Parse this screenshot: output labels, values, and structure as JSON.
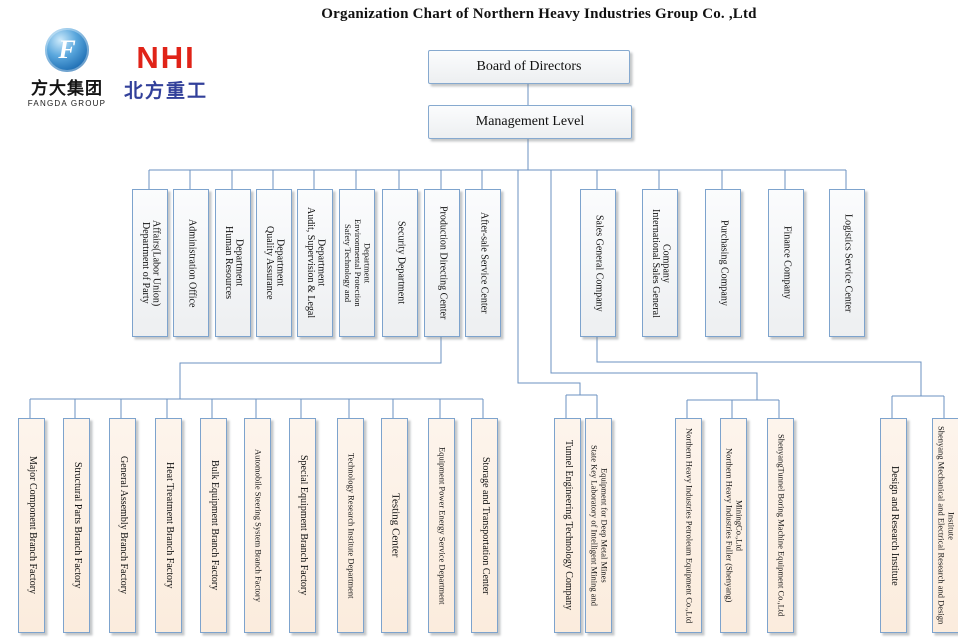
{
  "title": "Organization Chart of Northern Heavy Industries  Group Co. ,Ltd",
  "logos": {
    "fangda": {
      "initial": "F",
      "chinese": "方大集团",
      "english": "FANGDA GROUP"
    },
    "nhi": {
      "acronym": "NHI",
      "chinese": "北方重工"
    }
  },
  "nodes": {
    "board": "Board of Directors",
    "management": "Management Level"
  },
  "departments": [
    "Department of Party Affairs(Labor Union)",
    "Administration Office",
    "Human Resources Department",
    "Quality Assurance Department",
    "Audit, Supervision & Legal Department",
    "Safety Technology and Environmental Protection Department",
    "Security Department",
    "Production Directing Center",
    "After-sale Service Center",
    "Sales General Company",
    "International Sales General Company",
    "Purchasing Company",
    "Finance Company",
    "Logistics Service Center"
  ],
  "subsidiaries": {
    "production_group": [
      "Major Component Branch Factory",
      "Structural Parts Branch Factory",
      "General Assembly Branch Factory",
      "Heat Treatment Branch Factory",
      "Bulk Equipment Branch Factory",
      "Automobile Steering System Branch Factory",
      "Special Equipment Branch Factory",
      "Technology Research Institute Department",
      "Testing Center",
      "Equipment Power Energy Service Department",
      "Storage and Transportation Center"
    ],
    "management_group_a": [
      "Tunnel Engineering Technology Company",
      "State Key Laboratory of Intelligent Mining and Equipment for Deep Metal Mines"
    ],
    "management_group_b": [
      "Northern Heavy Industries Petroleum Equipment Co.,Ltd",
      "Northern Heavy Industries Fuller (Shenyang) MiningCo.,Ltd",
      "ShenyangTunnel Boring Machine Equipment Co.,Ltd"
    ],
    "sales_group": [
      "Design and Research Institute",
      "Shenyang Mechanical and Electrical Research and Design Institute"
    ]
  },
  "colors": {
    "connector_line": "#6b92c0",
    "box_border": "#7da3cd",
    "level2_fill": "#f0f2f4",
    "level3_fill": "#fcefe2",
    "nhi_red": "#e02318",
    "nhi_chinese_blue": "#32409a",
    "fangda_blue": "#1f6fb4"
  }
}
